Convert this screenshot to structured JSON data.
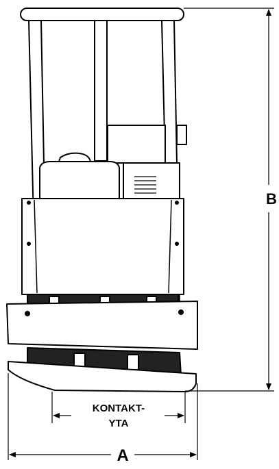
{
  "labels": {
    "dim_a": "A",
    "dim_b": "B",
    "contact_line1": "KONTAKT-",
    "contact_line2": "YTA"
  }
}
